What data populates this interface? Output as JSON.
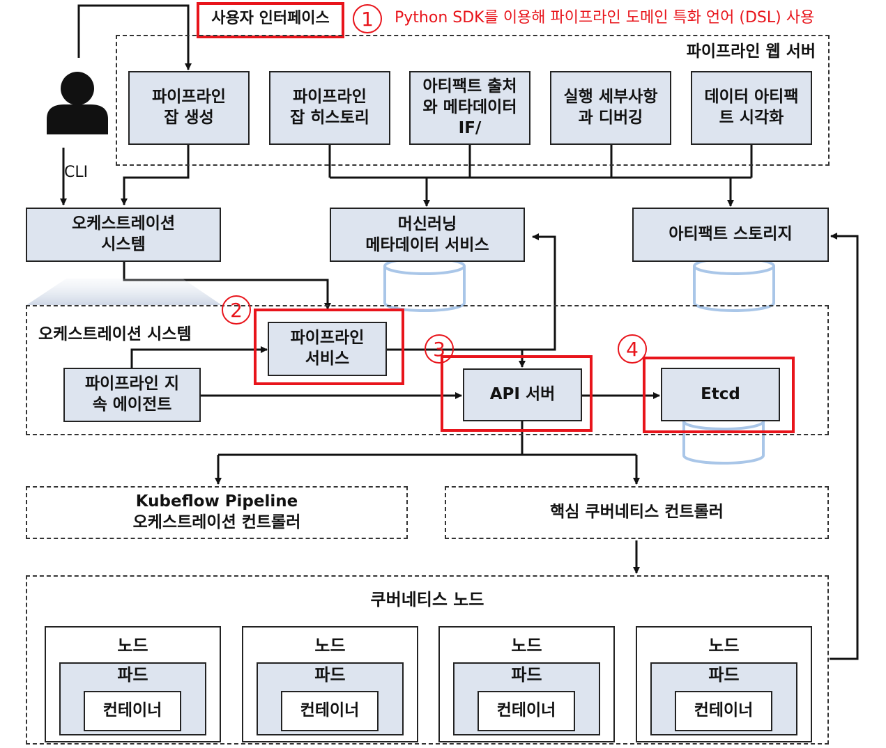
{
  "annotation": {
    "num1": "1",
    "num2": "2",
    "num3": "3",
    "num4": "4",
    "note": "Python SDK를 이용해 파이프라인 도메인 특화 언어 (DSL) 사용"
  },
  "user_interface": "사용자 인터페이스",
  "cli_label": "CLI",
  "web_server": {
    "title": "파이프라인 웹 서버",
    "items": [
      "파이프라인\n잡 생성",
      "파이프라인\n잡 히스토리",
      "아티팩트 출처\n와 메타데이터\nIF/",
      "실행 세부사항\n과 디버깅",
      "데이터 아티팩\n트 시각화"
    ]
  },
  "orchestration_system_top": "오케스트레이션\n시스템",
  "ml_metadata_service": "머신러닝\n메타데이터 서비스",
  "artifact_storage": "아티팩트 스토리지",
  "orchestration_group": {
    "title": "오케스트레이션 시스템",
    "pipeline_service": "파이프라인\n서비스",
    "persistence_agent": "파이프라인 지\n속 에이전트",
    "api_server": "API 서버",
    "etcd": "Etcd"
  },
  "kfp_controller": "Kubeflow Pipeline\n오케스트레이션 컨트롤러",
  "core_k8s_controller": "핵심 쿠버네티스 컨트롤러",
  "k8s_nodes": {
    "title": "쿠버네티스 노드",
    "nodes": [
      {
        "node": "노드",
        "pod": "파드",
        "container": "컨테이너"
      },
      {
        "node": "노드",
        "pod": "파드",
        "container": "컨테이너"
      },
      {
        "node": "노드",
        "pod": "파드",
        "container": "컨테이너"
      },
      {
        "node": "노드",
        "pod": "파드",
        "container": "컨테이너"
      }
    ]
  },
  "colors": {
    "box_fill": "#dde4ef",
    "cylinder_stroke": "#a9c6e8",
    "highlight_red": "#e8141b",
    "line": "#111111"
  },
  "icons": {
    "user": "person-icon",
    "database": "cylinder-db-icon"
  }
}
